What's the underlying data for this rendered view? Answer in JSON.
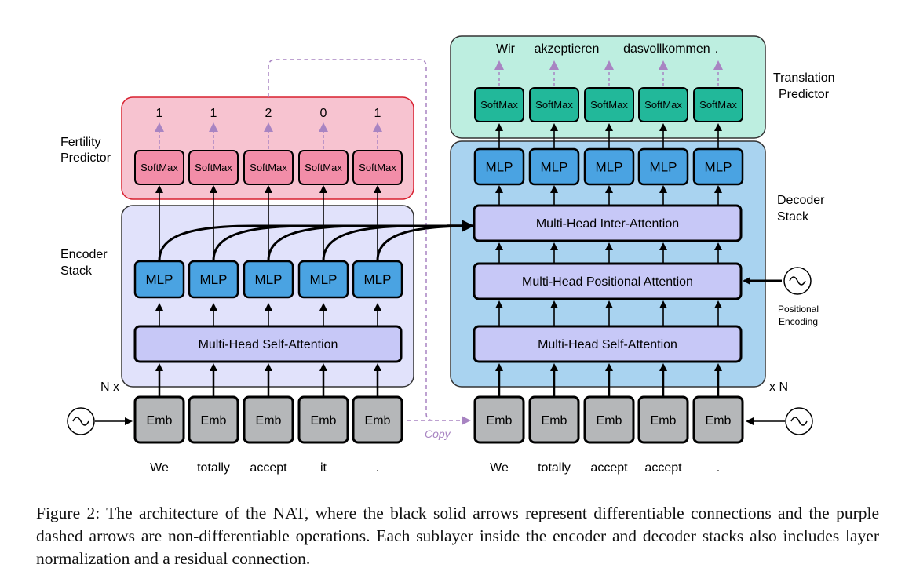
{
  "encoder": {
    "side_label_line1": "Encoder",
    "side_label_line2": "Stack",
    "repeat_label": "N x",
    "self_attention_label": "Multi-Head Self-Attention",
    "mlp_label": "MLP",
    "emb_label": "Emb",
    "tokens": [
      "We",
      "totally",
      "accept",
      "it",
      "."
    ]
  },
  "fertility": {
    "side_label_line1": "Fertility",
    "side_label_line2": "Predictor",
    "softmax_label": "SoftMax",
    "values": [
      "1",
      "1",
      "2",
      "0",
      "1"
    ]
  },
  "decoder": {
    "side_label_line1": "Decoder",
    "side_label_line2": "Stack",
    "repeat_label": "x N",
    "self_attention_label": "Multi-Head Self-Attention",
    "positional_attention_label": "Multi-Head Positional Attention",
    "inter_attention_label": "Multi-Head Inter-Attention",
    "mlp_label": "MLP",
    "emb_label": "Emb",
    "tokens": [
      "We",
      "totally",
      "accept",
      "accept",
      "."
    ]
  },
  "translation": {
    "side_label_line1": "Translation",
    "side_label_line2": "Predictor",
    "softmax_label": "SoftMax",
    "outputs": [
      "Wir",
      "akzeptieren",
      "das",
      "vollkommen",
      "."
    ]
  },
  "positional_encoding": {
    "line1": "Positional",
    "line2": "Encoding"
  },
  "copy_label": "Copy",
  "caption": "Figure 2:   The architecture of the NAT, where the black solid arrows represent differentiable connections and the purple dashed arrows are non-differentiable operations. Each sublayer inside the encoder and decoder stacks also includes layer normalization and a residual connection.",
  "colors": {
    "fertility_panel": "#f7c3d0",
    "encoder_panel": "#e1e2fb",
    "decoder_panel": "#a9d3f0",
    "translation_panel": "#bdeee0",
    "attention_box": "#c7c8f7",
    "mlp_box": "#4aa3e2",
    "softmax_pink": "#f28da8",
    "softmax_teal": "#22b89a",
    "emb_box": "#b5b7b9",
    "dashed_arrow": "#a884c2"
  }
}
